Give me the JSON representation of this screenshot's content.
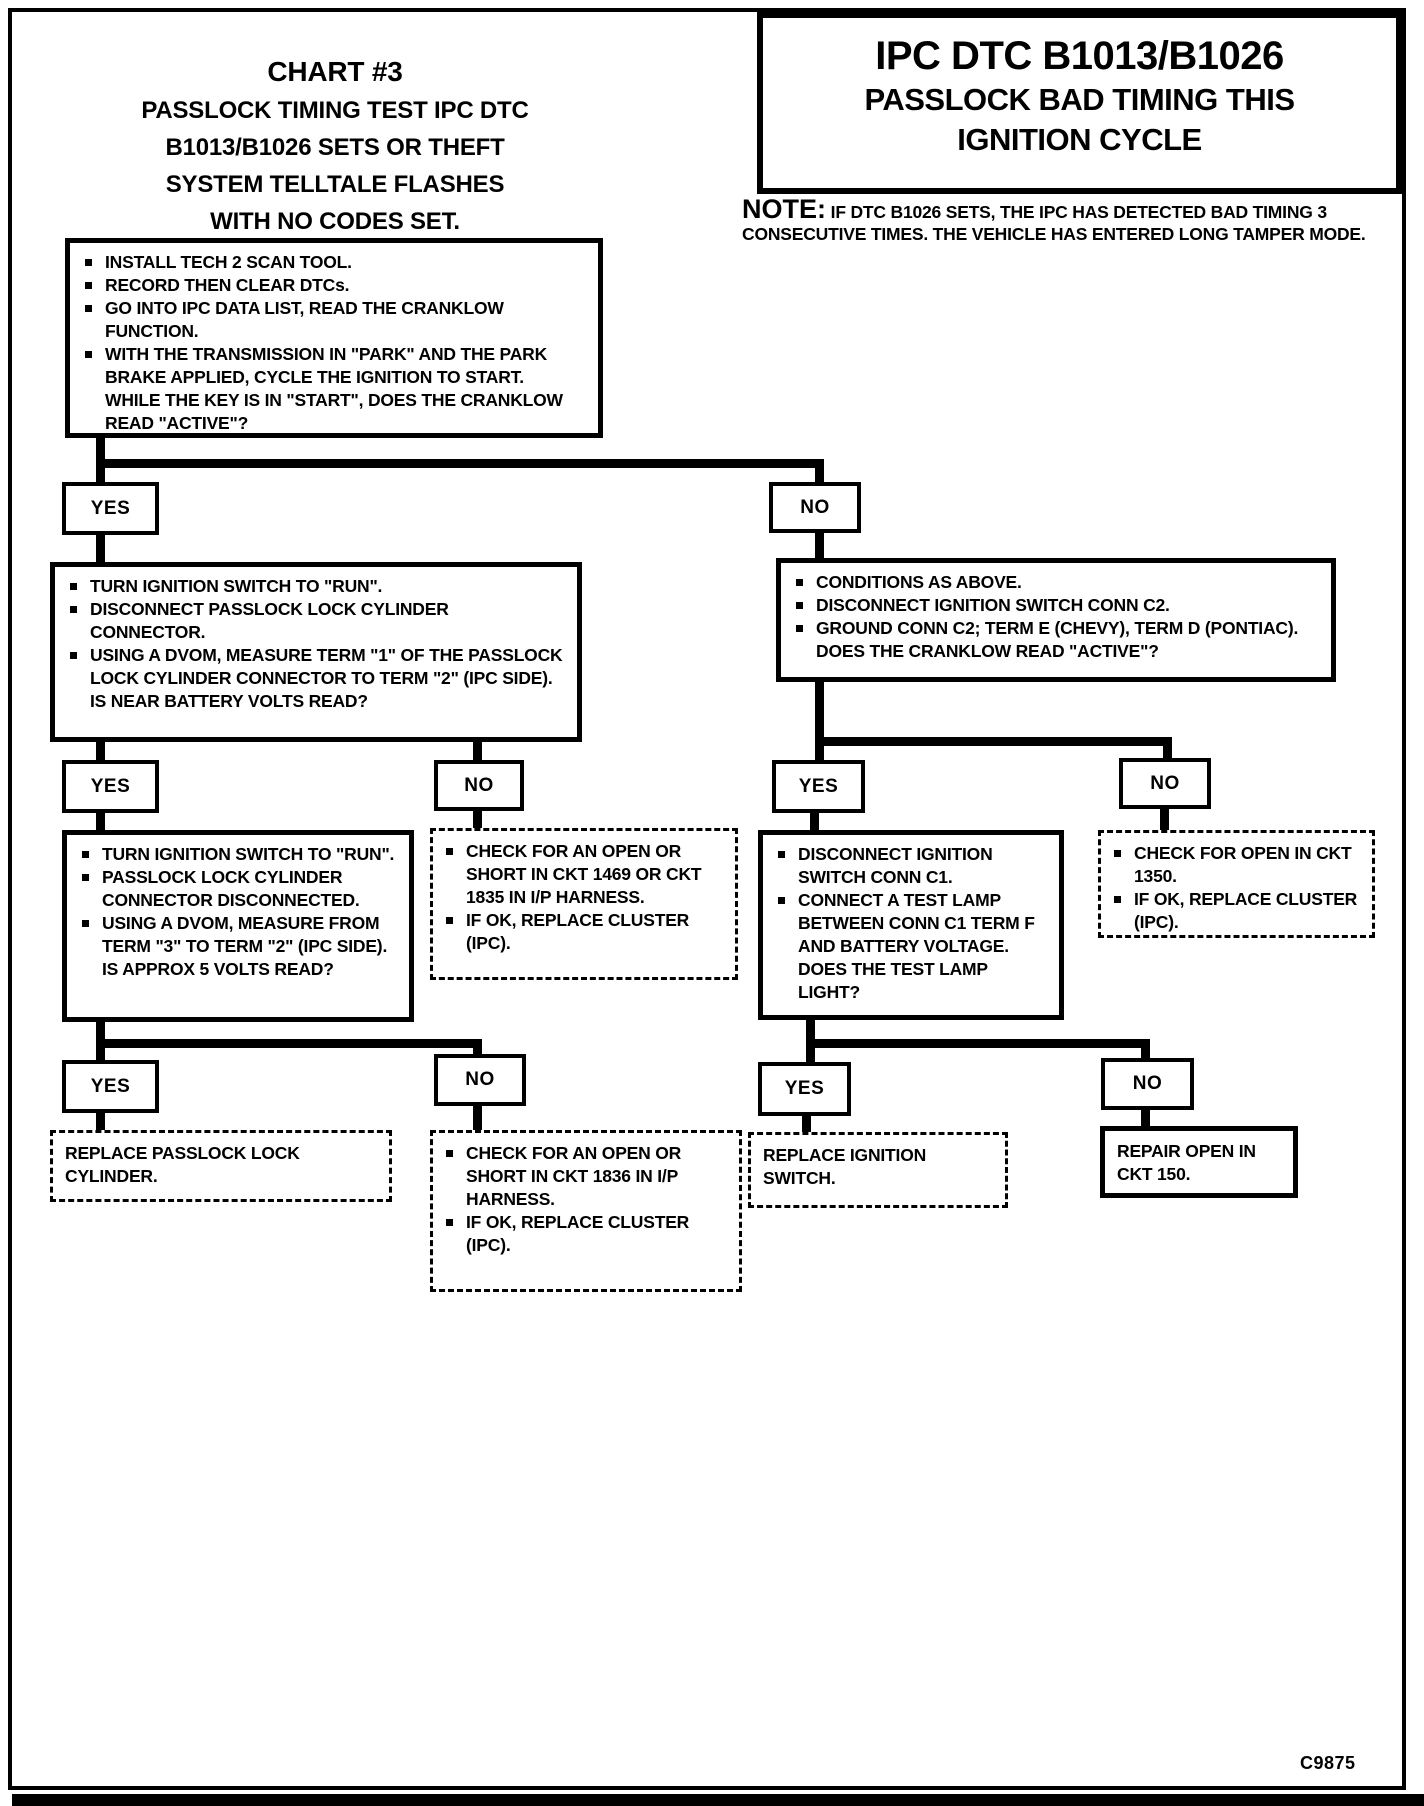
{
  "page": {
    "title_block": {
      "lines": [
        "CHART #3",
        "PASSLOCK TIMING TEST IPC DTC",
        "B1013/B1026 SETS OR THEFT",
        "SYSTEM TELLTALE FLASHES",
        "WITH NO CODES SET."
      ]
    },
    "header_box": {
      "lines": [
        "IPC DTC B1013/B1026",
        "PASSLOCK BAD TIMING THIS",
        "IGNITION CYCLE"
      ]
    },
    "note": {
      "label": "NOTE:",
      "text": "IF DTC B1026 SETS, THE IPC HAS DETECTED BAD TIMING 3 CONSECUTIVE TIMES. THE VEHICLE HAS ENTERED LONG TAMPER MODE."
    },
    "figure_code": "C9875",
    "decision_labels": {
      "yes": "YES",
      "no": "NO"
    },
    "colors": {
      "ink": "#000000",
      "paper": "#ffffff"
    }
  },
  "flowchart": {
    "start": {
      "lines": [
        {
          "bullet": true,
          "text": "INSTALL TECH 2 SCAN TOOL."
        },
        {
          "bullet": true,
          "text": "RECORD THEN CLEAR DTCs."
        },
        {
          "bullet": true,
          "text": "GO INTO IPC DATA LIST, READ THE CRANKLOW FUNCTION."
        },
        {
          "bullet": true,
          "text": "WITH THE TRANSMISSION IN \"PARK\" AND THE PARK BRAKE APPLIED, CYCLE THE IGNITION TO START."
        },
        {
          "bullet": false,
          "text": "WHILE THE KEY IS IN \"START\", DOES THE CRANKLOW READ \"ACTIVE\"?"
        }
      ]
    },
    "left_q2": {
      "lines": [
        {
          "bullet": true,
          "text": "TURN IGNITION SWITCH TO \"RUN\"."
        },
        {
          "bullet": true,
          "text": "DISCONNECT PASSLOCK LOCK CYLINDER CONNECTOR."
        },
        {
          "bullet": true,
          "text": "USING A DVOM, MEASURE TERM \"1\" OF THE PASSLOCK LOCK CYLINDER CONNECTOR TO TERM \"2\" (IPC SIDE)."
        },
        {
          "bullet": false,
          "text": "IS NEAR BATTERY VOLTS READ?"
        }
      ]
    },
    "right_q2": {
      "lines": [
        {
          "bullet": true,
          "text": "CONDITIONS AS ABOVE."
        },
        {
          "bullet": true,
          "text": "DISCONNECT IGNITION SWITCH CONN C2."
        },
        {
          "bullet": true,
          "text": "GROUND CONN C2; TERM E (CHEVY), TERM D (PONTIAC)."
        },
        {
          "bullet": false,
          "text": "DOES THE CRANKLOW READ \"ACTIVE\"?"
        }
      ]
    },
    "left_q3": {
      "lines": [
        {
          "bullet": true,
          "text": "TURN IGNITION SWITCH TO \"RUN\"."
        },
        {
          "bullet": true,
          "text": "PASSLOCK LOCK CYLINDER CONNECTOR DISCONNECTED."
        },
        {
          "bullet": true,
          "text": "USING A DVOM, MEASURE FROM TERM \"3\" TO TERM \"2\" (IPC SIDE)."
        },
        {
          "bullet": false,
          "text": "IS APPROX 5 VOLTS READ?"
        }
      ]
    },
    "left_no3_action": {
      "lines": [
        {
          "bullet": true,
          "text": "CHECK FOR AN OPEN OR SHORT IN CKT 1469 OR CKT 1835 IN I/P HARNESS."
        },
        {
          "bullet": true,
          "text": "IF OK, REPLACE CLUSTER (IPC)."
        }
      ]
    },
    "right_q3": {
      "lines": [
        {
          "bullet": true,
          "text": "DISCONNECT IGNITION SWITCH CONN C1."
        },
        {
          "bullet": true,
          "text": "CONNECT A TEST LAMP BETWEEN CONN C1 TERM F AND BATTERY VOLTAGE."
        },
        {
          "bullet": false,
          "text": "DOES THE TEST LAMP LIGHT?"
        }
      ]
    },
    "right_no3_action": {
      "lines": [
        {
          "bullet": true,
          "text": "CHECK FOR OPEN IN CKT 1350."
        },
        {
          "bullet": true,
          "text": "IF OK, REPLACE CLUSTER (IPC)."
        }
      ]
    },
    "left_yes4_action": {
      "lines": [
        {
          "bullet": false,
          "text": "REPLACE PASSLOCK LOCK CYLINDER."
        }
      ]
    },
    "left_no4_action": {
      "lines": [
        {
          "bullet": true,
          "text": "CHECK FOR AN OPEN OR SHORT IN CKT 1836 IN I/P HARNESS."
        },
        {
          "bullet": true,
          "text": "IF OK, REPLACE CLUSTER (IPC)."
        }
      ]
    },
    "right_yes4_action": {
      "lines": [
        {
          "bullet": false,
          "text": "REPLACE IGNITION SWITCH."
        }
      ]
    },
    "right_no4_action": {
      "lines": [
        {
          "bullet": false,
          "text": "REPAIR OPEN IN CKT 150."
        }
      ]
    }
  }
}
